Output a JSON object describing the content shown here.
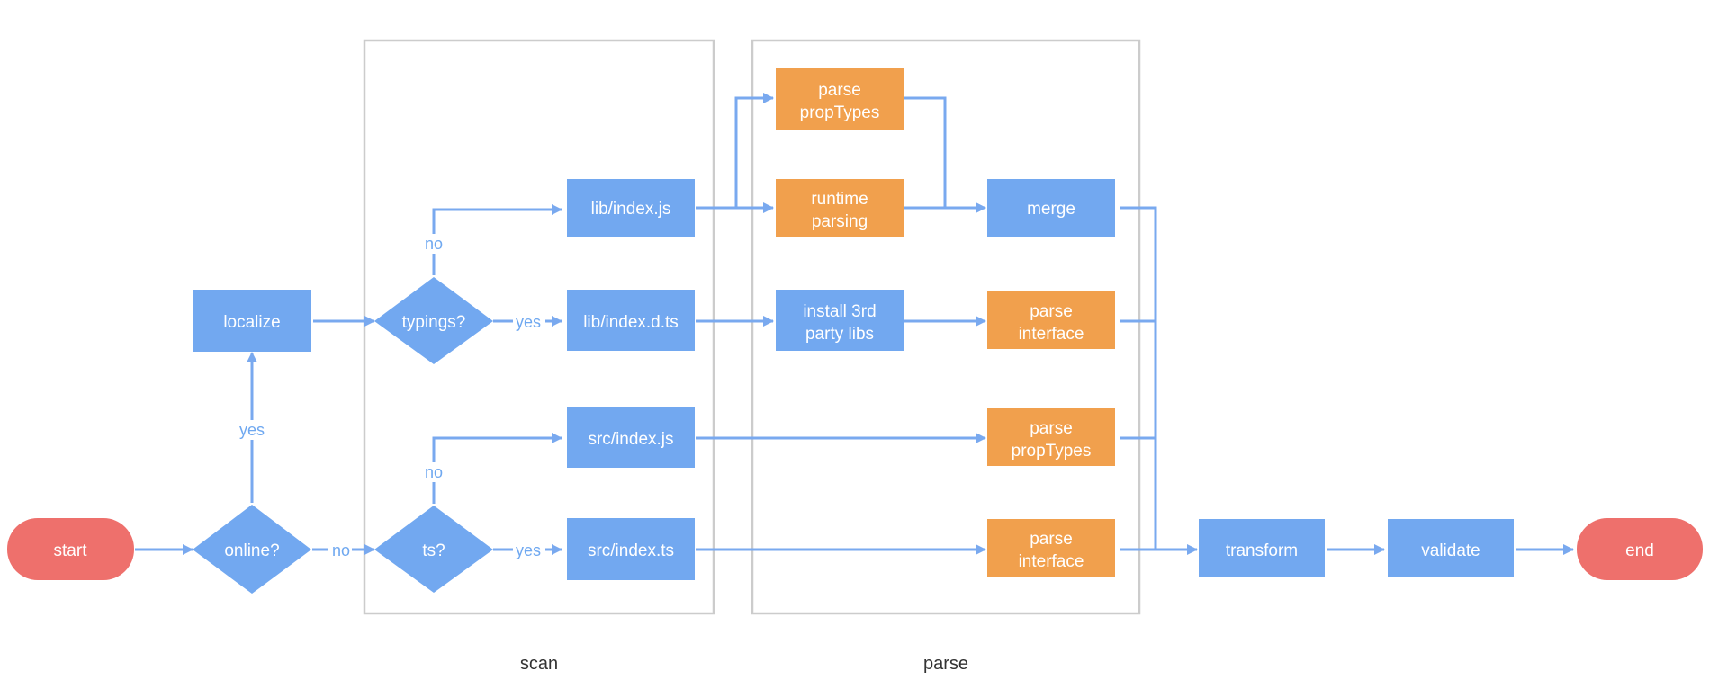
{
  "colors": {
    "process_blue": "#72a8f0",
    "parse_orange": "#f1a04d",
    "terminal_red": "#ee706c",
    "edge_blue": "#79a9ef",
    "group_border": "#cccccc",
    "label_text": "#333333",
    "edge_label_text": "#6fa8f0"
  },
  "groups": {
    "scan": "scan",
    "parse": "parse"
  },
  "nodes": {
    "start": {
      "label": [
        "start"
      ],
      "shape": "terminal"
    },
    "online": {
      "label": [
        "online?"
      ],
      "shape": "decision"
    },
    "localize": {
      "label": [
        "localize"
      ],
      "shape": "process"
    },
    "typings": {
      "label": [
        "typings?"
      ],
      "shape": "decision"
    },
    "ts": {
      "label": [
        "ts?"
      ],
      "shape": "decision"
    },
    "lib_index_js": {
      "label": [
        "lib/index.js"
      ],
      "shape": "process"
    },
    "lib_index_dts": {
      "label": [
        "lib/index.d.ts"
      ],
      "shape": "process"
    },
    "src_index_js": {
      "label": [
        "src/index.js"
      ],
      "shape": "process"
    },
    "src_index_ts": {
      "label": [
        "src/index.ts"
      ],
      "shape": "process"
    },
    "parse_proptypes_top": {
      "label": [
        "parse",
        "propTypes"
      ],
      "shape": "parse-step"
    },
    "runtime_parsing": {
      "label": [
        "runtime",
        "parsing"
      ],
      "shape": "parse-step"
    },
    "install_3rd_party": {
      "label": [
        "install 3rd",
        "party libs"
      ],
      "shape": "process"
    },
    "merge": {
      "label": [
        "merge"
      ],
      "shape": "process"
    },
    "parse_interface_upper": {
      "label": [
        "parse",
        "interface"
      ],
      "shape": "parse-step"
    },
    "parse_proptypes_lower": {
      "label": [
        "parse",
        "propTypes"
      ],
      "shape": "parse-step"
    },
    "parse_interface_lower": {
      "label": [
        "parse",
        "interface"
      ],
      "shape": "parse-step"
    },
    "transform": {
      "label": [
        "transform"
      ],
      "shape": "process"
    },
    "validate": {
      "label": [
        "validate"
      ],
      "shape": "process"
    },
    "end": {
      "label": [
        "end"
      ],
      "shape": "terminal"
    }
  },
  "edge_labels": {
    "online_yes": "yes",
    "online_no": "no",
    "typings_no": "no",
    "typings_yes": "yes",
    "ts_no": "no",
    "ts_yes": "yes"
  },
  "edges": [
    [
      "start",
      "online"
    ],
    [
      "online",
      "localize",
      "online_yes"
    ],
    [
      "online",
      "ts",
      "online_no"
    ],
    [
      "localize",
      "typings"
    ],
    [
      "typings",
      "lib_index_js",
      "typings_no"
    ],
    [
      "typings",
      "lib_index_dts",
      "typings_yes"
    ],
    [
      "ts",
      "src_index_js",
      "ts_no"
    ],
    [
      "ts",
      "src_index_ts",
      "ts_yes"
    ],
    [
      "lib_index_js",
      "parse_proptypes_top"
    ],
    [
      "lib_index_js",
      "runtime_parsing"
    ],
    [
      "parse_proptypes_top",
      "merge"
    ],
    [
      "runtime_parsing",
      "merge"
    ],
    [
      "lib_index_dts",
      "install_3rd_party"
    ],
    [
      "install_3rd_party",
      "parse_interface_upper"
    ],
    [
      "src_index_js",
      "parse_proptypes_lower"
    ],
    [
      "src_index_ts",
      "parse_interface_lower"
    ],
    [
      "merge",
      "transform"
    ],
    [
      "parse_interface_upper",
      "transform"
    ],
    [
      "parse_proptypes_lower",
      "transform"
    ],
    [
      "parse_interface_lower",
      "transform"
    ],
    [
      "transform",
      "validate"
    ],
    [
      "validate",
      "end"
    ]
  ]
}
